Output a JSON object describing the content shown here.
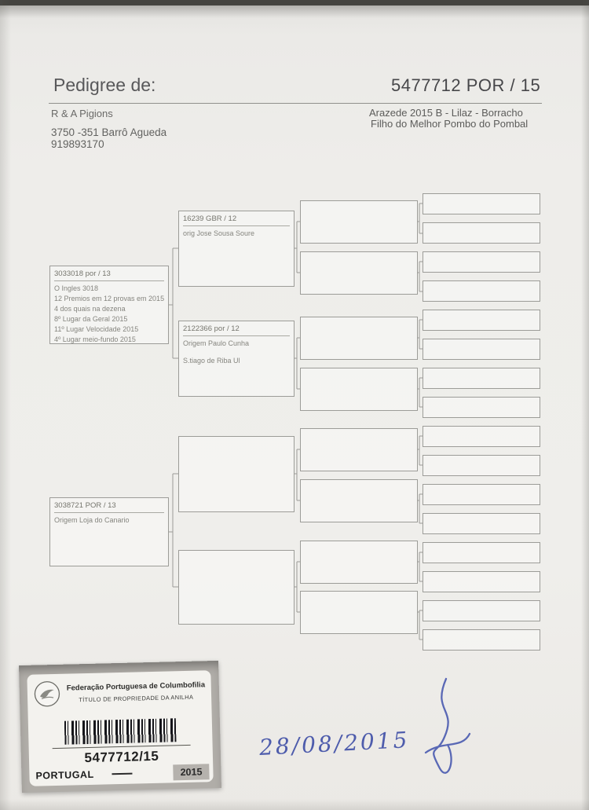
{
  "header": {
    "title": "Pedigree de:",
    "ring_number": "5477712 POR / 15"
  },
  "owner": {
    "name": "R & A Pigions",
    "address": "3750 -351 Barrô Agueda",
    "phone": "919893170"
  },
  "bird": {
    "description_line1": "Arazede 2015 B - Lilaz - Borracho",
    "description_line2": "Filho do Melhor Pombo do Pombal"
  },
  "tree": {
    "gen1": [
      {
        "id": "3033018 por / 13",
        "lines": [
          "O Ingles 3018",
          "12 Premios em 12 provas em 2015",
          "4 dos quais na dezena",
          "8º Lugar da Geral 2015",
          "11º Lugar Velocidade 2015",
          "4º Lugar meio-fundo 2015"
        ]
      },
      {
        "id": "3038721 POR / 13",
        "lines": [
          "Origem Loja do Canario"
        ]
      }
    ],
    "gen2": [
      {
        "id": "16239 GBR / 12",
        "lines": [
          "orig  Jose Sousa   Soure"
        ]
      },
      {
        "id": "2122366 por / 12",
        "lines": [
          "Origem Paulo Cunha",
          "S.tiago de Riba Ul"
        ]
      }
    ]
  },
  "sticker": {
    "federation": "Federação Portuguesa de Columbofilia",
    "doc_title": "TÍTULO DE PROPRIEDADE DA ANILHA",
    "ring_number": "5477712/15",
    "country": "PORTUGAL",
    "year": "2015"
  },
  "handwriting": {
    "date": "28/08/2015"
  },
  "colors": {
    "ink_blue": "#3d4da6"
  }
}
